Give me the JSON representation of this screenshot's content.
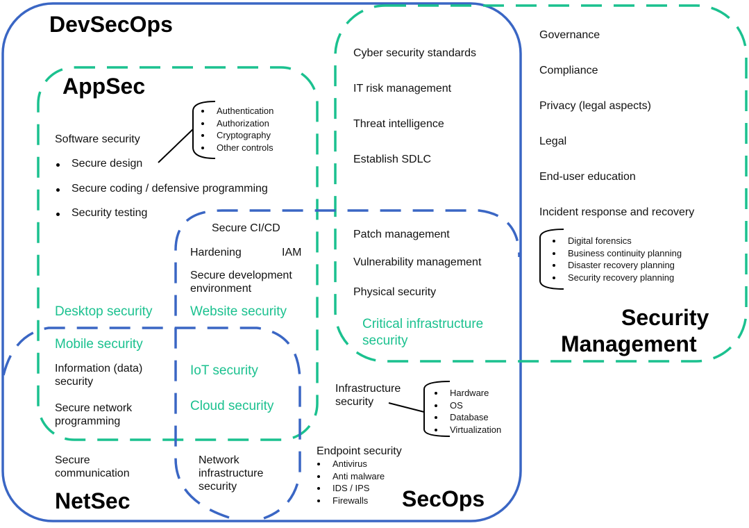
{
  "colors": {
    "blue": "#3a66c4",
    "green": "#1bc18f"
  },
  "titles": {
    "devsecops": "DevSecOps",
    "appsec": "AppSec",
    "netsec": "NetSec",
    "secops": "SecOps",
    "secmgmt_line1": "Security",
    "secmgmt_line2": "Management"
  },
  "appsec": {
    "software_security": "Software security",
    "bullets": [
      "Secure design",
      "Secure coding / defensive programming",
      "Security testing"
    ],
    "controls": [
      "Authentication",
      "Authorization",
      "Cryptography",
      "Other controls"
    ],
    "desktop": "Desktop security",
    "mobile": "Mobile security",
    "info_data": [
      "Information (data)",
      "security"
    ],
    "secure_net_prog": [
      "Secure network",
      "programming"
    ]
  },
  "shared": {
    "ci_cd": "Secure CI/CD",
    "hardening": "Hardening",
    "iam": "IAM",
    "sec_dev_env": [
      "Secure development",
      "environment"
    ],
    "website": "Website security",
    "iot": "IoT security",
    "cloud": "Cloud security"
  },
  "devsecops_top": [
    "Cyber security standards",
    "IT risk management",
    "Threat intelligence",
    "Establish SDLC"
  ],
  "secops": {
    "patch": "Patch management",
    "vuln": "Vulnerability management",
    "physical": "Physical security",
    "critical": [
      "Critical infrastructure",
      "security"
    ],
    "infra": [
      "Infrastructure",
      "security"
    ],
    "infra_items": [
      "Hardware",
      "OS",
      "Database",
      "Virtualization"
    ],
    "endpoint": "Endpoint security",
    "endpoint_items": [
      "Antivirus",
      "Anti malware",
      "IDS / IPS",
      "Firewalls"
    ]
  },
  "netsec": {
    "secure_comm": [
      "Secure",
      "communication"
    ],
    "net_infra": [
      "Network",
      "infrastructure",
      "security"
    ]
  },
  "management": {
    "items": [
      "Governance",
      "Compliance",
      "Privacy (legal aspects)",
      "Legal",
      "End-user education",
      "Incident response and recovery"
    ],
    "ir_items": [
      "Digital forensics",
      "Business continuity planning",
      "Disaster recovery planning",
      "Security recovery planning"
    ]
  }
}
